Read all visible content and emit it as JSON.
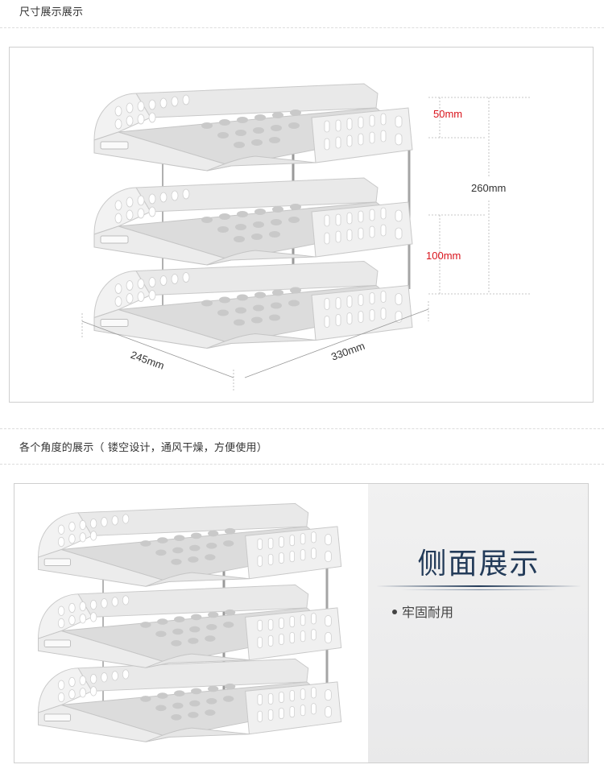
{
  "section1": {
    "title": "尺寸展示展示",
    "dimensions": {
      "gap_top": "50mm",
      "total_height": "260mm",
      "gap_bottom": "100mm",
      "depth": "245mm",
      "width": "330mm"
    },
    "colors": {
      "red_label": "#d9141c",
      "dark_label": "#333333",
      "guide": "#b5b5b5"
    }
  },
  "section2": {
    "title": "各个角度的展示（ 镂空设计，通风干燥，方便使用）",
    "panel": {
      "heading": "侧面展示",
      "bullet": "牢固耐用",
      "heading_color": "#233b59"
    }
  }
}
